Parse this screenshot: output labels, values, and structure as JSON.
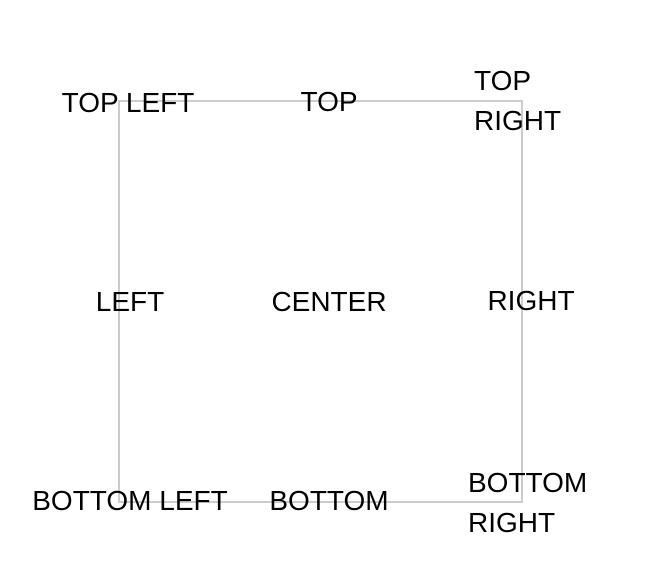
{
  "canvas": {
    "labels": {
      "top_left": "TOP LEFT",
      "top": "TOP",
      "top_right": "TOP RIGHT",
      "left": "LEFT",
      "center": "CENTER",
      "right": "RIGHT",
      "bottom_left": "BOTTOM LEFT",
      "bottom": "BOTTOM",
      "bottom_right": "BOTTOM RIGHT"
    },
    "colors": {
      "background": "#ffffff",
      "square_border": "#cccccc",
      "label_text": "#000000"
    }
  }
}
